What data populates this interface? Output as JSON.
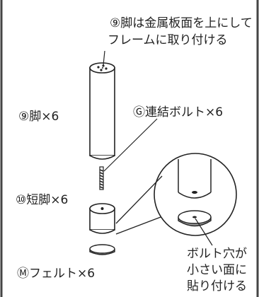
{
  "labels": {
    "top_note_line1": "⑨脚は金属板面を上にして",
    "top_note_line2": "フレームに取り付ける",
    "leg": "⑨脚×6",
    "bolt": "Ⓖ連結ボルト×6",
    "short_leg": "⑩短脚×6",
    "felt": "Ⓜフェルト×6",
    "callout_line1": "ボルト穴が",
    "callout_line2": "小さい面に",
    "callout_line3": "貼り付ける"
  },
  "colors": {
    "line": "#222222",
    "felt_fill": "#9c9c9c",
    "shade": "#dcdcdc",
    "frame": "#444444"
  }
}
